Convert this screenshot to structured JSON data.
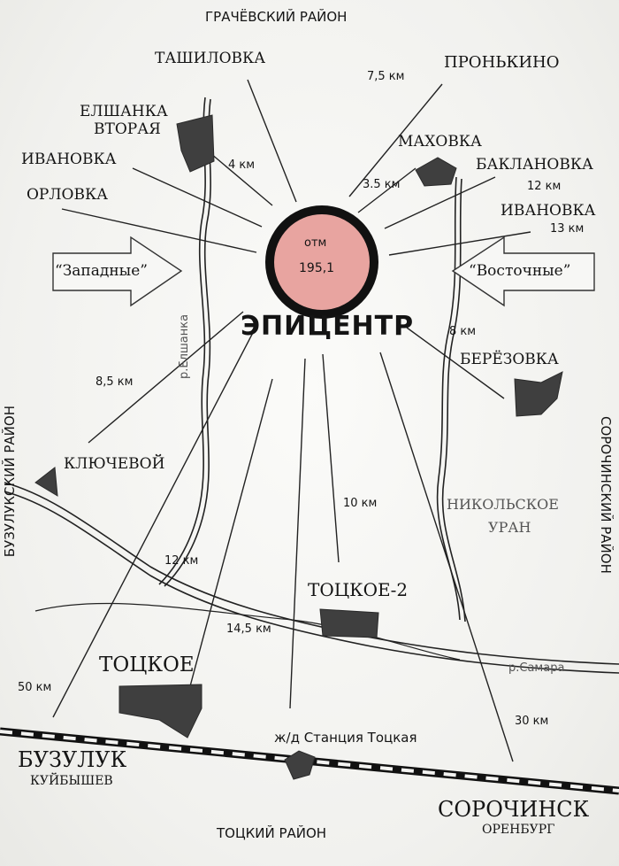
{
  "districts": {
    "north": "ГРАЧЁВСКИЙ РАЙОН",
    "west": "БУЗУЛУКСКИЙ РАЙОН",
    "east": "СОРОЧИНСКИЙ РАЙОН",
    "south": "ТОЦКИЙ РАЙОН"
  },
  "epicenter": {
    "label": "ЭПИЦЕНТР",
    "mark_line1": "отм",
    "mark_line2": "195,1",
    "circle_fill": "#e8a4a0"
  },
  "arrows": {
    "west": "“Западные”",
    "east": "“Восточные”"
  },
  "settlements": [
    {
      "id": "tashilovka",
      "name": "ТАШИЛОВКА"
    },
    {
      "id": "elshanka2",
      "name_line1": "ЕЛШАНКА",
      "name_line2": "ВТОРАЯ",
      "distance": "4 км"
    },
    {
      "id": "ivanovka-w",
      "name": "ИВАНОВКА"
    },
    {
      "id": "orlovka",
      "name": "ОРЛОВКА"
    },
    {
      "id": "pronkino",
      "name": "ПРОНЬКИНО",
      "distance": "7,5 км"
    },
    {
      "id": "makhovka",
      "name": "МАХОВКА",
      "distance": "3.5 км"
    },
    {
      "id": "baklanovka",
      "name": "БАКЛАНОВКА",
      "distance": "12 км"
    },
    {
      "id": "ivanovka-e",
      "name": "ИВАНОВКА",
      "distance": "13 км"
    },
    {
      "id": "beryozovka",
      "name": "БЕРЁЗОВКА",
      "distance": "8 км"
    },
    {
      "id": "klyuchevoy",
      "name": "КЛЮЧЕВОЙ",
      "distance": "8,5 км"
    },
    {
      "id": "nikolskoe",
      "name_line1": "НИКОЛЬСКОЕ",
      "name_line2": "УРАН"
    },
    {
      "id": "totskoe2",
      "name": "ТОЦКОЕ-2",
      "distance": "10 км"
    },
    {
      "id": "totskoe",
      "name": "ТОЦКОЕ",
      "distance": "14,5 км"
    },
    {
      "id": "buzuluk",
      "name": "БУЗУЛУК",
      "sub": "КУЙБЫШЕВ",
      "distance": "50 км"
    },
    {
      "id": "sorochinsk",
      "name": "СОРОЧИНСК",
      "sub": "ОРЕНБУРГ",
      "distance": "30 км"
    },
    {
      "id": "station",
      "name": "ж/д Станция Тоцкая"
    }
  ],
  "extra_distances": {
    "totskoe_road": "12 км"
  },
  "rivers": {
    "elshanka": "р.Елшанка",
    "samara": "р.Самара"
  }
}
